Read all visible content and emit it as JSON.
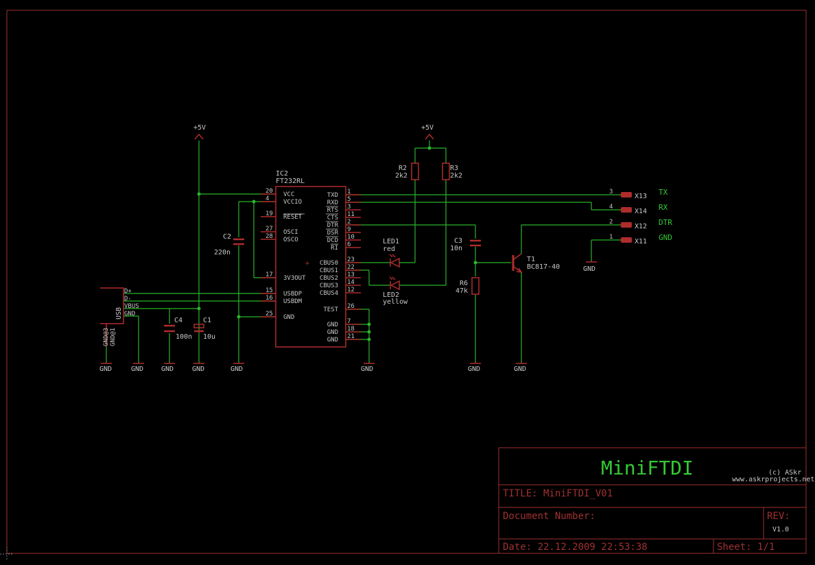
{
  "colors": {
    "background": "#000000",
    "wire": "#2bb52b",
    "component": "#b02c2c",
    "text": "#c8c8c8",
    "net_label": "#34c934",
    "frame": "#a03030"
  },
  "power": {
    "vcc_left": "+5V",
    "vcc_right": "+5V",
    "gnd": "GND"
  },
  "ic": {
    "name": "IC2",
    "value": "FT232RL",
    "left_pins": [
      {
        "num": "20",
        "name": "VCC"
      },
      {
        "num": "4",
        "name": "VCCIO"
      },
      {
        "num": "19",
        "name": "RESET"
      },
      {
        "num": "27",
        "name": "OSCI"
      },
      {
        "num": "28",
        "name": "OSCO"
      },
      {
        "num": "17",
        "name": "3V3OUT"
      },
      {
        "num": "15",
        "name": "USBDP"
      },
      {
        "num": "16",
        "name": "USBDM"
      },
      {
        "num": "25",
        "name": "GND"
      }
    ],
    "right_pins": [
      {
        "num": "1",
        "name": "TXD"
      },
      {
        "num": "5",
        "name": "RXD"
      },
      {
        "num": "3",
        "name": "RTS"
      },
      {
        "num": "11",
        "name": "CTS"
      },
      {
        "num": "2",
        "name": "DTR"
      },
      {
        "num": "9",
        "name": "DSR"
      },
      {
        "num": "10",
        "name": "DCD"
      },
      {
        "num": "6",
        "name": "RI"
      },
      {
        "num": "23",
        "name": "CBUS0"
      },
      {
        "num": "22",
        "name": "CBUS1"
      },
      {
        "num": "13",
        "name": "CBUS2"
      },
      {
        "num": "14",
        "name": "CBUS3"
      },
      {
        "num": "12",
        "name": "CBUS4"
      },
      {
        "num": "26",
        "name": "TEST"
      },
      {
        "num": "7",
        "name": "GND"
      },
      {
        "num": "18",
        "name": "GND"
      },
      {
        "num": "21",
        "name": "GND"
      }
    ]
  },
  "usb": {
    "name": "USB",
    "pins": [
      "D+",
      "D-",
      "VBUS",
      "GND"
    ],
    "shield": [
      "GND@3",
      "GND@1"
    ]
  },
  "caps": {
    "c1": {
      "name": "C1",
      "value": "10u"
    },
    "c2": {
      "name": "C2",
      "value": "220n"
    },
    "c3": {
      "name": "C3",
      "value": "10n"
    },
    "c4": {
      "name": "C4",
      "value": "100n"
    }
  },
  "resistors": {
    "r2": {
      "name": "R2",
      "value": "2k2"
    },
    "r3": {
      "name": "R3",
      "value": "2k2"
    },
    "r6": {
      "name": "R6",
      "value": "47k"
    }
  },
  "leds": {
    "led1": {
      "name": "LED1",
      "value": "red"
    },
    "led2": {
      "name": "LED2",
      "value": "yellow"
    }
  },
  "transistor": {
    "name": "T1",
    "value": "BC817-40"
  },
  "connectors": [
    {
      "pin": "3",
      "name": "X13",
      "net": "TX"
    },
    {
      "pin": "4",
      "name": "X14",
      "net": "RX"
    },
    {
      "pin": "2",
      "name": "X12",
      "net": "DTR"
    },
    {
      "pin": "1",
      "name": "X11",
      "net": "GND"
    }
  ],
  "title_block": {
    "project": "MiniFTDI",
    "copyright": "(c) ASkr",
    "website": "www.askrprojects.net",
    "title": "TITLE:  MiniFTDI_V01",
    "doc_number": "Document Number:",
    "rev_label": "REV:",
    "rev_value": "V1.0",
    "date": "Date: 22.12.2009 22:53:38",
    "sheet": "Sheet: 1/1"
  }
}
